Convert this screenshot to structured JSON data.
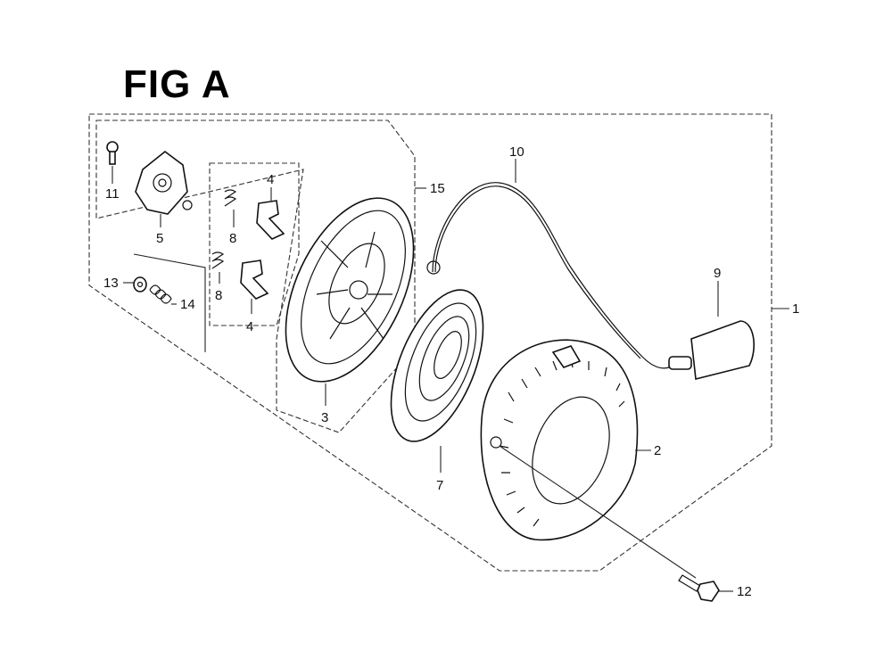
{
  "figure": {
    "title": "FIG A"
  },
  "callouts": {
    "c1": "1",
    "c2": "2",
    "c3": "3",
    "c4a": "4",
    "c4b": "4",
    "c5": "5",
    "c7": "7",
    "c8a": "8",
    "c8b": "8",
    "c9": "9",
    "c10": "10",
    "c11": "11",
    "c12": "12",
    "c13": "13",
    "c14": "14",
    "c15": "15"
  },
  "parts": {
    "p1": "recoil-starter-assembly",
    "p2": "starter-case",
    "p3": "starter-reel",
    "p4": "ratchet",
    "p5": "ratchet-guide",
    "p7": "recoil-spring",
    "p8": "friction-spring",
    "p9": "starter-grip",
    "p10": "starter-rope",
    "p11": "setting-bolt",
    "p12": "flange-bolt",
    "p13": "washer",
    "p14": "return-spring",
    "p15": "reel-kit"
  }
}
